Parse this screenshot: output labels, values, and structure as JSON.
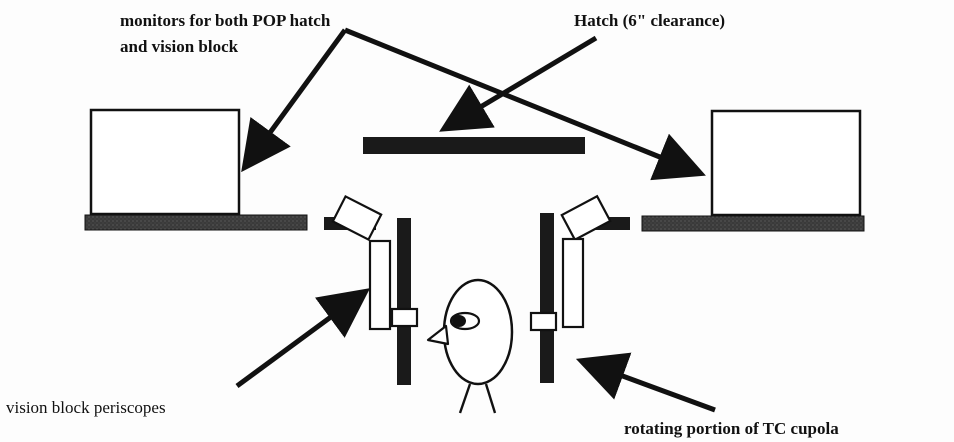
{
  "labels": {
    "monitors_line1": "monitors for both POP hatch",
    "monitors_line2": "and vision block",
    "hatch": "Hatch (6\" clearance)",
    "vision_block": "vision block periscopes",
    "rotating": "rotating portion of TC cupola"
  },
  "colors": {
    "ink": "#111111",
    "bar": "#1a1a1a",
    "shelf": "#2a2a2a",
    "paper": "#fdfdfd"
  }
}
